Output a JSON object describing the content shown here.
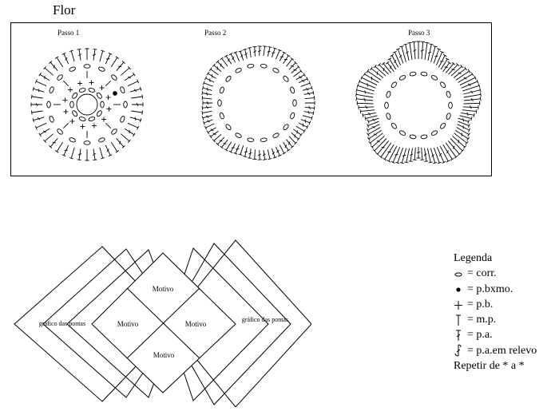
{
  "title": "Flor",
  "steps": [
    {
      "label": "Passo 1"
    },
    {
      "label": "Passo 2"
    },
    {
      "label": "Passo 3"
    }
  ],
  "assembly": {
    "motifs": {
      "top": "Motivo",
      "left": "Motivo",
      "right": "Motivo",
      "bottom": "Motivo"
    },
    "left_point_label": "gráfico das pontas",
    "right_point_label": "gráfico das pontas"
  },
  "legend": {
    "title": "Legenda",
    "items": [
      {
        "symbol": "chain-oval-icon",
        "text": "= corr."
      },
      {
        "symbol": "dot-icon",
        "text": "= p.bxmo."
      },
      {
        "symbol": "plus-icon",
        "text": "= p.b."
      },
      {
        "symbol": "half-double-icon",
        "text": "= m.p."
      },
      {
        "symbol": "double-crochet-icon",
        "text": "= p.a."
      },
      {
        "symbol": "relief-stitch-icon",
        "text": "= p.a.em relevo"
      }
    ],
    "footer": "Repetir de * a *"
  }
}
